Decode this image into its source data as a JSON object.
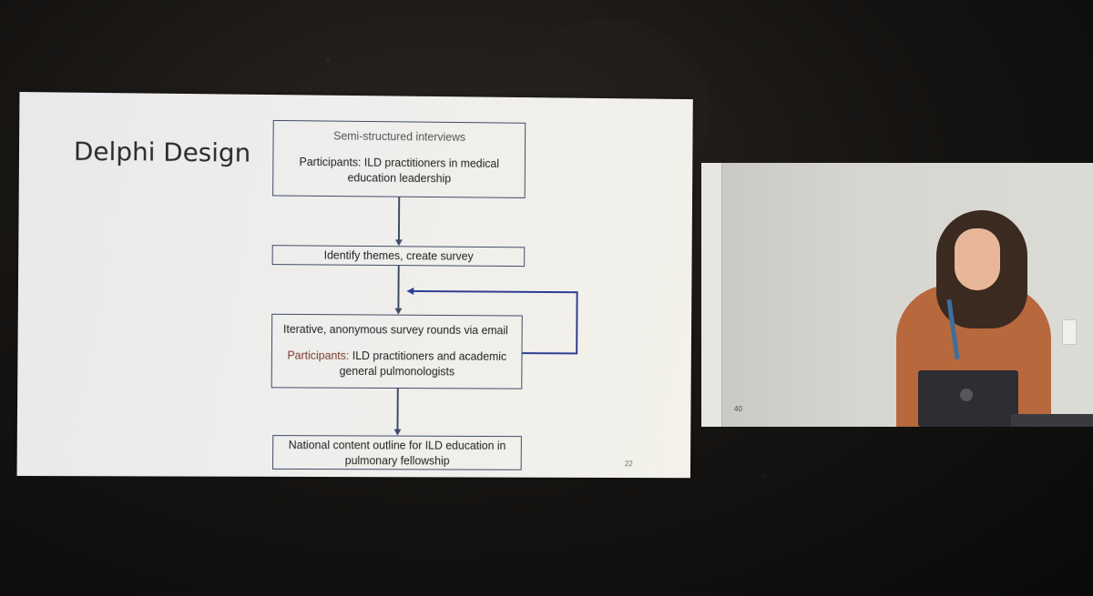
{
  "slide": {
    "title": "Delphi Design",
    "number": "22",
    "steps": [
      {
        "heading": "Semi-structured interviews",
        "detail": "Participants: ILD practitioners in medical education leadership"
      },
      {
        "heading": "Identify themes, create survey"
      },
      {
        "heading": "Iterative, anonymous survey rounds via email",
        "detail_label": "Participants:",
        "detail_text": "ILD practitioners and academic general pulmonologists"
      },
      {
        "heading": "National content outline for ILD education in pulmonary fellowship"
      }
    ]
  },
  "webcam": {
    "overlay_label": "40"
  }
}
